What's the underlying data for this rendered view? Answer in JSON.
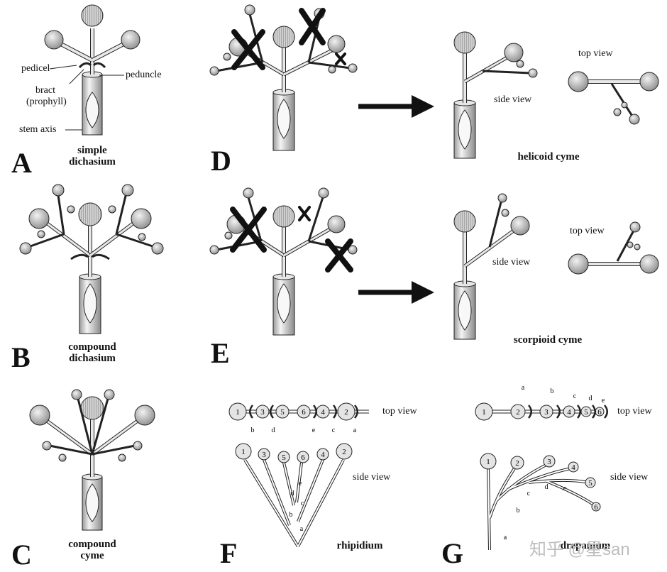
{
  "panels": {
    "A": {
      "letter": "A",
      "caption": [
        "simple",
        "dichasium"
      ]
    },
    "B": {
      "letter": "B",
      "caption": [
        "compound",
        "dichasium"
      ]
    },
    "C": {
      "letter": "C",
      "caption": [
        "compound",
        "cyme"
      ]
    },
    "D": {
      "letter": "D",
      "caption": [
        "helicoid cyme"
      ],
      "side_view": "side view",
      "top_view": "top view"
    },
    "E": {
      "letter": "E",
      "caption": [
        "scorpioid cyme"
      ],
      "side_view": "side view",
      "top_view": "top view"
    },
    "F": {
      "letter": "F",
      "caption": [
        "rhipidium"
      ],
      "side_view": "side view",
      "top_view": "top view",
      "top_order": [
        "1",
        "3",
        "5",
        "6",
        "4",
        "2"
      ],
      "bract_letters_top": [
        "b",
        "d",
        "e",
        "c",
        "a"
      ],
      "bract_letters_side": [
        "a",
        "b",
        "c",
        "d",
        "e"
      ]
    },
    "G": {
      "letter": "G",
      "caption": [
        "drepanium"
      ],
      "side_view": "side view",
      "top_view": "top view",
      "top_order": [
        "1",
        "2",
        "3",
        "4",
        "5",
        "6"
      ],
      "bract_letters_top": [
        "a",
        "b",
        "c",
        "d",
        "e"
      ],
      "bract_letters_side": [
        "a",
        "b",
        "c",
        "d",
        "e"
      ]
    }
  },
  "labels_A": {
    "pedicel": "pedicel",
    "bract": "bract",
    "prophyll": "(prophyll)",
    "peduncle": "peduncle",
    "stem_axis": "stem axis"
  },
  "watermark": "知乎 @星san"
}
